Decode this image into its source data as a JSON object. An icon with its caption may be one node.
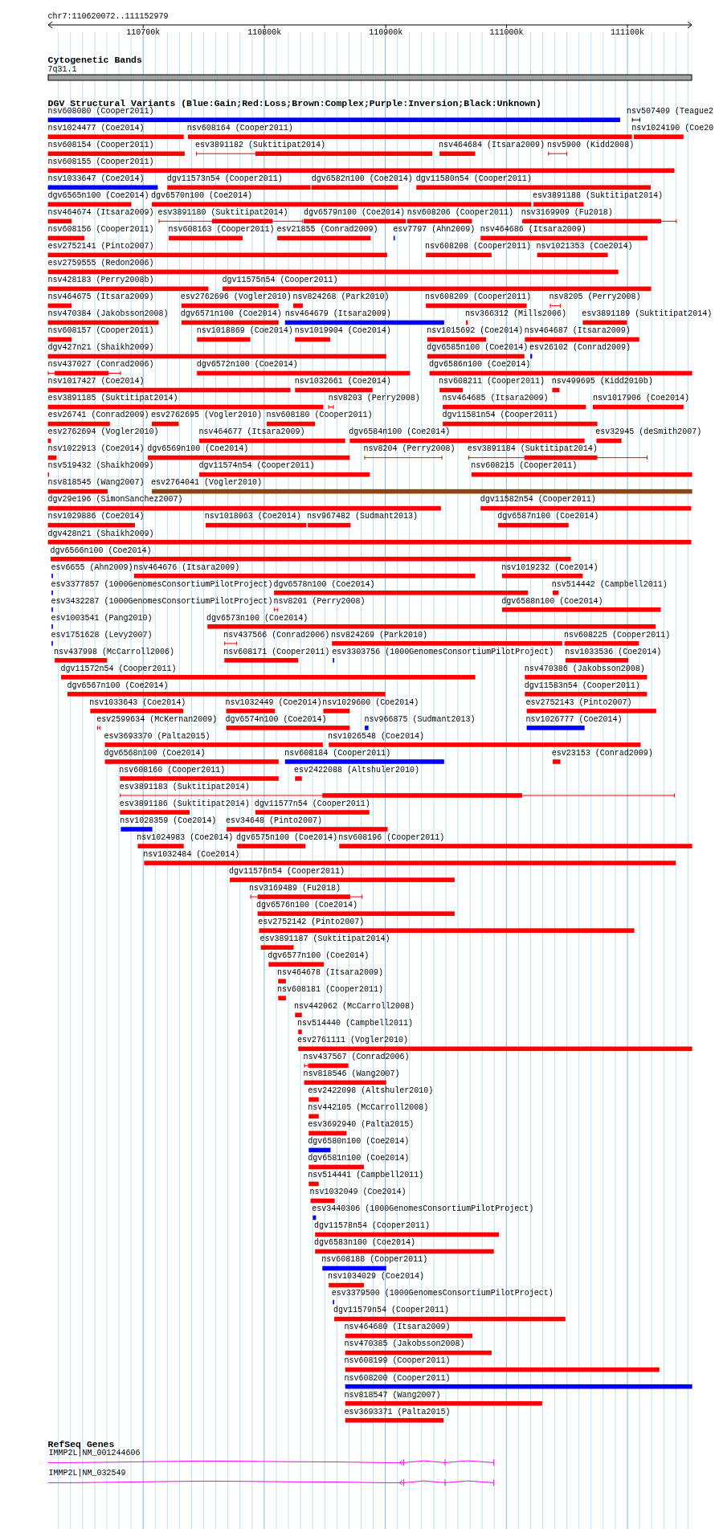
{
  "diagram": {
    "labels": [
      "chr7:110620072..111152979",
      "110700k",
      "110800k",
      "110900k",
      "111000k",
      "111100k",
      "Cytogenetic Bands",
      "7q31.1",
      "DGV Structural Variants (Blue:Gain;Red:Loss;Brown:Complex;Purple:Inversion;Black:Unknown)",
      "nsv608080 (Cooper2011)",
      "nsv507409 (Teague2",
      "nsv1024477 (Coe2014)",
      "nsv608164 (Cooper2011)",
      "nsv1024190 (Coe20",
      "nsv608154 (Cooper2011)",
      "esv3891182 (Suktitipat2014)",
      "nsv464684 (Itsara2009)",
      "nsv5900 (Kidd2008)",
      "nsv608155 (Cooper2011)",
      "nsv1033647 (Coe2014)",
      "dgv11573n54 (Cooper2011)",
      "dgv6582n100 (Coe2014)",
      "dgv11580n54 (Cooper2011)",
      "dgv6565n100 (Coe2014)",
      "dgv6570n100 (Coe2014)",
      "esv3891188 (Suktitipat2014)",
      "nsv464674 (Itsara2009)",
      "esv3891180 (Suktitipat2014)",
      "dgv6579n100 (Coe2014)",
      "nsv608206 (Cooper2011)",
      "nsv3169909 (Fu2018)",
      "nsv608156 (Cooper2011)",
      "nsv608163 (Cooper2011)",
      "esv21855 (Conrad2009)",
      "esv7797 (Ahn2009)",
      "nsv464686 (Itsara2009)",
      "esv2752141 (Pinto2007)",
      "nsv608208 (Cooper2011)",
      "nsv1021353 (Coe2014)",
      "esv2759555 (Redon2006)",
      "nsv428183 (Perry2008b)",
      "dgv11575n54 (Cooper2011)",
      "nsv464675 (Itsara2009)",
      "esv2762696 (Vogler2010)",
      "nsv824268 (Park2010)",
      "nsv608209 (Cooper2011)",
      "nsv8205 (Perry2008)",
      "nsv470384 (Jakobsson2008)",
      "dgv6571n100 (Coe2014)",
      "nsv464679 (Itsara2009)",
      "nsv366312 (Mills2006)",
      "esv3891189 (Suktitipat2014)",
      "nsv608157 (Cooper2011)",
      "nsv1018869 (Coe2014)",
      "nsv1019904 (Coe2014)",
      "nsv1015692 (Coe2014)",
      "nsv464687 (Itsara2009)",
      "dgv427n21 (Shaikh2009)",
      "dgv6585n100 (Coe2014)",
      "esv26102 (Conrad2009)",
      "nsv437027 (Conrad2006)",
      "dgv6572n100 (Coe2014)",
      "dgv6586n100 (Coe2014)",
      "nsv1017427 (Coe2014)",
      "nsv1032661 (Coe2014)",
      "nsv608211 (Cooper2011)",
      "nsv499695 (Kidd2010b)",
      "esv3891185 (Suktitipat2014)",
      "nsv8203 (Perry2008)",
      "nsv464685 (Itsara2009)",
      "nsv1017906 (Coe2014)",
      "esv26741 (Conrad2009)",
      "esv2762695 (Vogler2010)",
      "nsv608180 (Cooper2011)",
      "dgv11581n54 (Cooper2011)",
      "esv2762694 (Vogler2010)",
      "nsv464677 (Itsara2009)",
      "dgv6584n100 (Coe2014)",
      "esv32945 (deSmith2007)",
      "nsv1022913 (Coe2014)",
      "dgv6569n100 (Coe2014)",
      "nsv8204 (Perry2008)",
      "esv3891184 (Suktitipat2014)",
      "nsv519432 (Shaikh2009)",
      "dgv11574n54 (Cooper2011)",
      "nsv608215 (Cooper2011)",
      "nsv818545 (Wang2007)",
      "esv2764041 (Vogler2010)",
      "dgv29e196 (SimonSanchez2007)",
      "dgv11582n54 (Cooper2011)",
      "nsv1029886 (Coe2014)",
      "nsv1018063 (Coe2014)",
      "nsv967482 (Sudmant2013)",
      "dgv6587n100 (Coe2014)",
      "dgv428n21 (Shaikh2009)",
      "dgv6566n100 (Coe2014)",
      "esv6655 (Ahn2009)",
      "nsv464676 (Itsara2009)",
      "nsv1019232 (Coe2014)",
      "esv3377857 (1000GenomesConsortiumPilotProject)",
      "dgv6578n100 (Coe2014)",
      "nsv514442 (Campbell2011)",
      "esv3432287 (1000GenomesConsortiumPilotProject)",
      "nsv8201 (Perry2008)",
      "dgv6588n100 (Coe2014)",
      "esv1003541 (Pang2010)",
      "dgv6573n100 (Coe2014)",
      "esv1751628 (Levy2007)",
      "nsv437566 (Conrad2006)",
      "nsv824269 (Park2010)",
      "nsv608225 (Cooper2011)",
      "nsv437998 (McCarroll2006)",
      "nsv608171 (Cooper2011)",
      "esv3303756 (1000GenomesConsortiumPilotProject)",
      "nsv1033536 (Coe2014)",
      "dgv11572n54 (Cooper2011)",
      "nsv470386 (Jakobsson2008)",
      "dgv6567n100 (Coe2014)",
      "dgv11583n54 (Cooper2011)",
      "nsv1033643 (Coe2014)",
      "nsv1032449 (Coe2014)",
      "nsv1029600 (Coe2014)",
      "esv2752143 (Pinto2007)",
      "esv2599634 (McKernan2009)",
      "dgv6574n100 (Coe2014)",
      "nsv966875 (Sudmant2013)",
      "nsv1026777 (Coe2014)",
      "esv3693370 (Palta2015)",
      "nsv1026548 (Coe2014)",
      "dgv6568n100 (Coe2014)",
      "nsv608184 (Cooper2011)",
      "esv23153 (Conrad2009)",
      "nsv608160 (Cooper2011)",
      "esv2422088 (Altshuler2010)",
      "esv3891183 (Suktitipat2014)",
      "esv3891186 (Suktitipat2014)",
      "dgv11577n54 (Cooper2011)",
      "nsv1028359 (Coe2014)",
      "esv34648 (Pinto2007)",
      "nsv1024983 (Coe2014)",
      "dgv6575n100 (Coe2014)",
      "nsv608196 (Cooper2011)",
      "nsv1032484 (Coe2014)",
      "dgv11576n54 (Cooper2011)",
      "nsv3169489 (Fu2018)",
      "dgv6576n100 (Coe2014)",
      "esv2752142 (Pinto2007)",
      "esv3891187 (Suktitipat2014)",
      "dgv6577n100 (Coe2014)",
      "nsv464678 (Itsara2009)",
      "nsv608181 (Cooper2011)",
      "nsv442062 (McCarroll2008)",
      "nsv514440 (Campbell2011)",
      "esv2761111 (Vogler2010)",
      "nsv437567 (Conrad2006)",
      "nsv818546 (Wang2007)",
      "esv2422098 (Altshuler2010)",
      "nsv442105 (McCarroll2008)",
      "esv3692940 (Palta2015)",
      "dgv6580n100 (Coe2014)",
      "dgv6581n100 (Coe2014)",
      "nsv514441 (Campbell2011)",
      "nsv1032049 (Coe2014)",
      "esv3440306 (1000GenomesConsortiumPilotProject)",
      "dgv11578n54 (Cooper2011)",
      "dgv6583n100 (Coe2014)",
      "nsv608188 (Cooper2011)",
      "nsv1034029 (Coe2014)",
      "esv3379500 (1000GenomesConsortiumPilotProject)",
      "dgv11579n54 (Cooper2011)",
      "nsv464680 (Itsara2009)",
      "nsv470385 (Jakobsson2008)",
      "nsv608199 (Cooper2011)",
      "nsv608200 (Cooper2011)",
      "nsv818547 (Wang2007)",
      "esv3693371 (Palta2015)",
      "RefSeq Genes",
      "IMMP2L|NM_001244606",
      "IMMP2L|NM_032549"
    ]
  }
}
